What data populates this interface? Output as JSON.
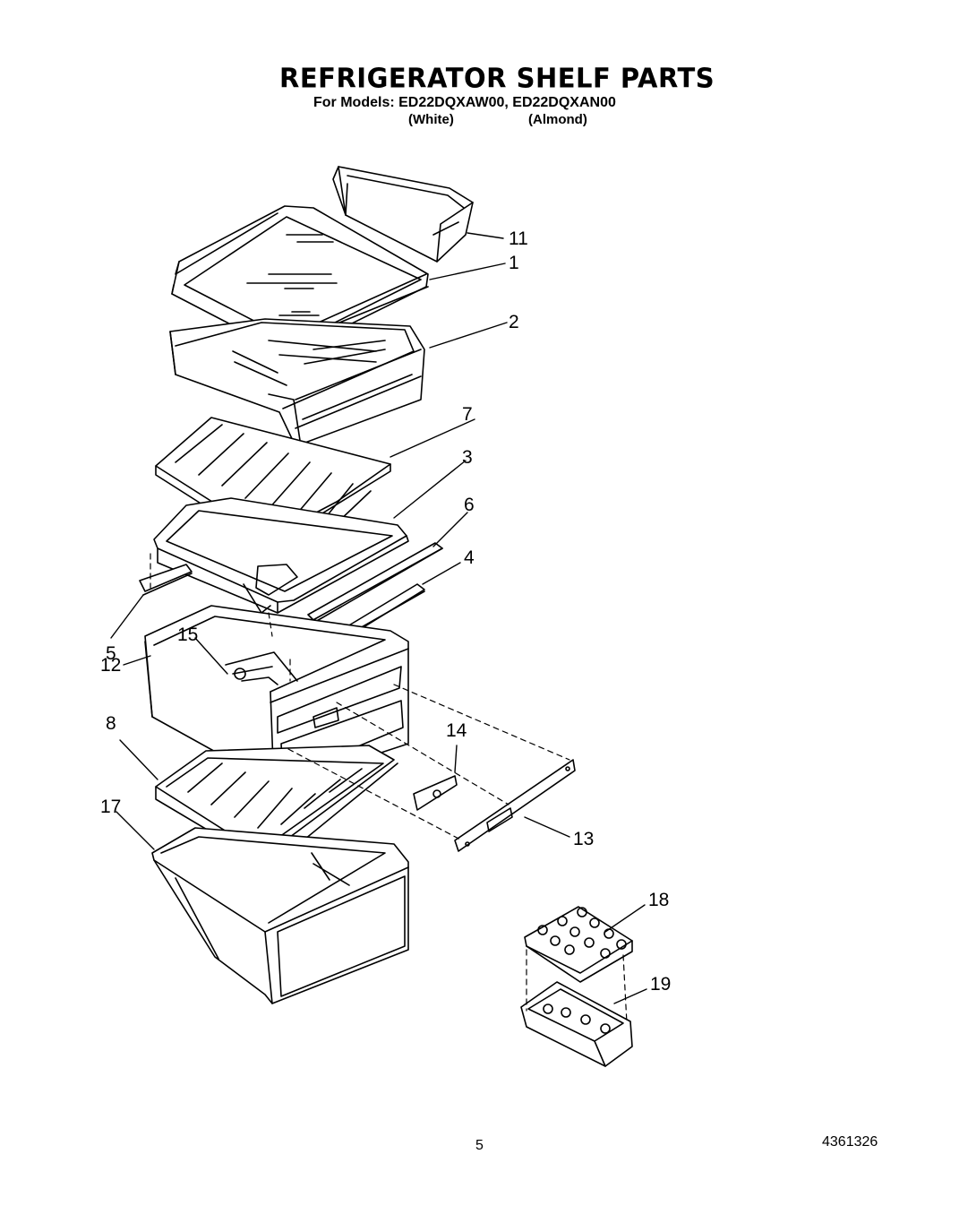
{
  "header": {
    "title": "REFRIGERATOR SHELF PARTS",
    "subtitle": "For Models: ED22DQXAW00, ED22DQXAN00",
    "variant_white": "(White)",
    "variant_almond": "(Almond)"
  },
  "callouts": [
    "11",
    "1",
    "2",
    "7",
    "3",
    "6",
    "4",
    "5",
    "15",
    "12",
    "8",
    "14",
    "13",
    "17",
    "18",
    "19"
  ],
  "footer": {
    "page_number": "5",
    "document_number": "4361326"
  }
}
